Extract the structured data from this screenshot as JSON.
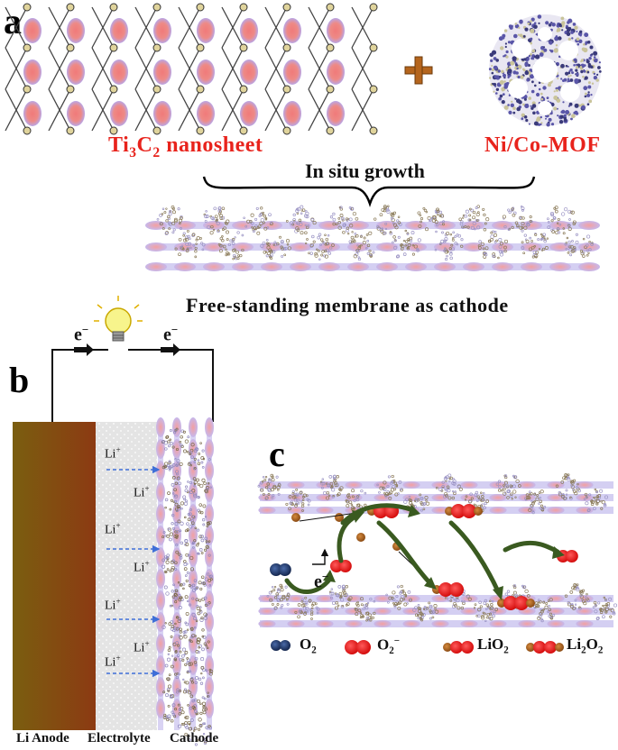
{
  "panels": {
    "a": "a",
    "b": "b",
    "c": "c"
  },
  "panel_a": {
    "nanosheet": {
      "base": "Ti",
      "s1": "3",
      "mid": "C",
      "s2": "2",
      "rest": " nanosheet"
    },
    "mof_label": "Ni/Co-MOF",
    "plus": "+",
    "growth_label": "In situ growth",
    "membrane_label": "Free-standing membrane as cathode"
  },
  "panel_b": {
    "electron": "e",
    "electron_sup": "−",
    "li_ion": "Li",
    "li_sup": "+",
    "anode_label": "Li Anode",
    "electrolyte_label": "Electrolyte",
    "cathode_label": "Cathode"
  },
  "panel_c": {
    "electron": "e",
    "electron_sup": "−",
    "legend": [
      {
        "base": "O",
        "sub": "2",
        "sup": "",
        "color": "#1e3a6e"
      },
      {
        "base": "O",
        "sub": "2",
        "sup": "−",
        "color": "#e81818"
      },
      {
        "base": "LiO",
        "sub": "2",
        "sup": "",
        "color": "#b06a2a"
      },
      {
        "base": "Li",
        "sub": "2",
        "sup": "",
        "tail": "O",
        "sub2": "2",
        "color": "#e81818"
      }
    ]
  },
  "colors": {
    "atom_pink": "#f07a7a",
    "atom_halo": "#b9a6e6",
    "node": "#d8c890",
    "link": "#444444",
    "anode_dark": "#7a5a10",
    "anode_light": "#8b3a10",
    "electrolyte": "#e6e6e6",
    "arrow_green": "#3a5a20",
    "ion_arrow": "#3f6fd8",
    "li_brown": "#b5651d"
  }
}
